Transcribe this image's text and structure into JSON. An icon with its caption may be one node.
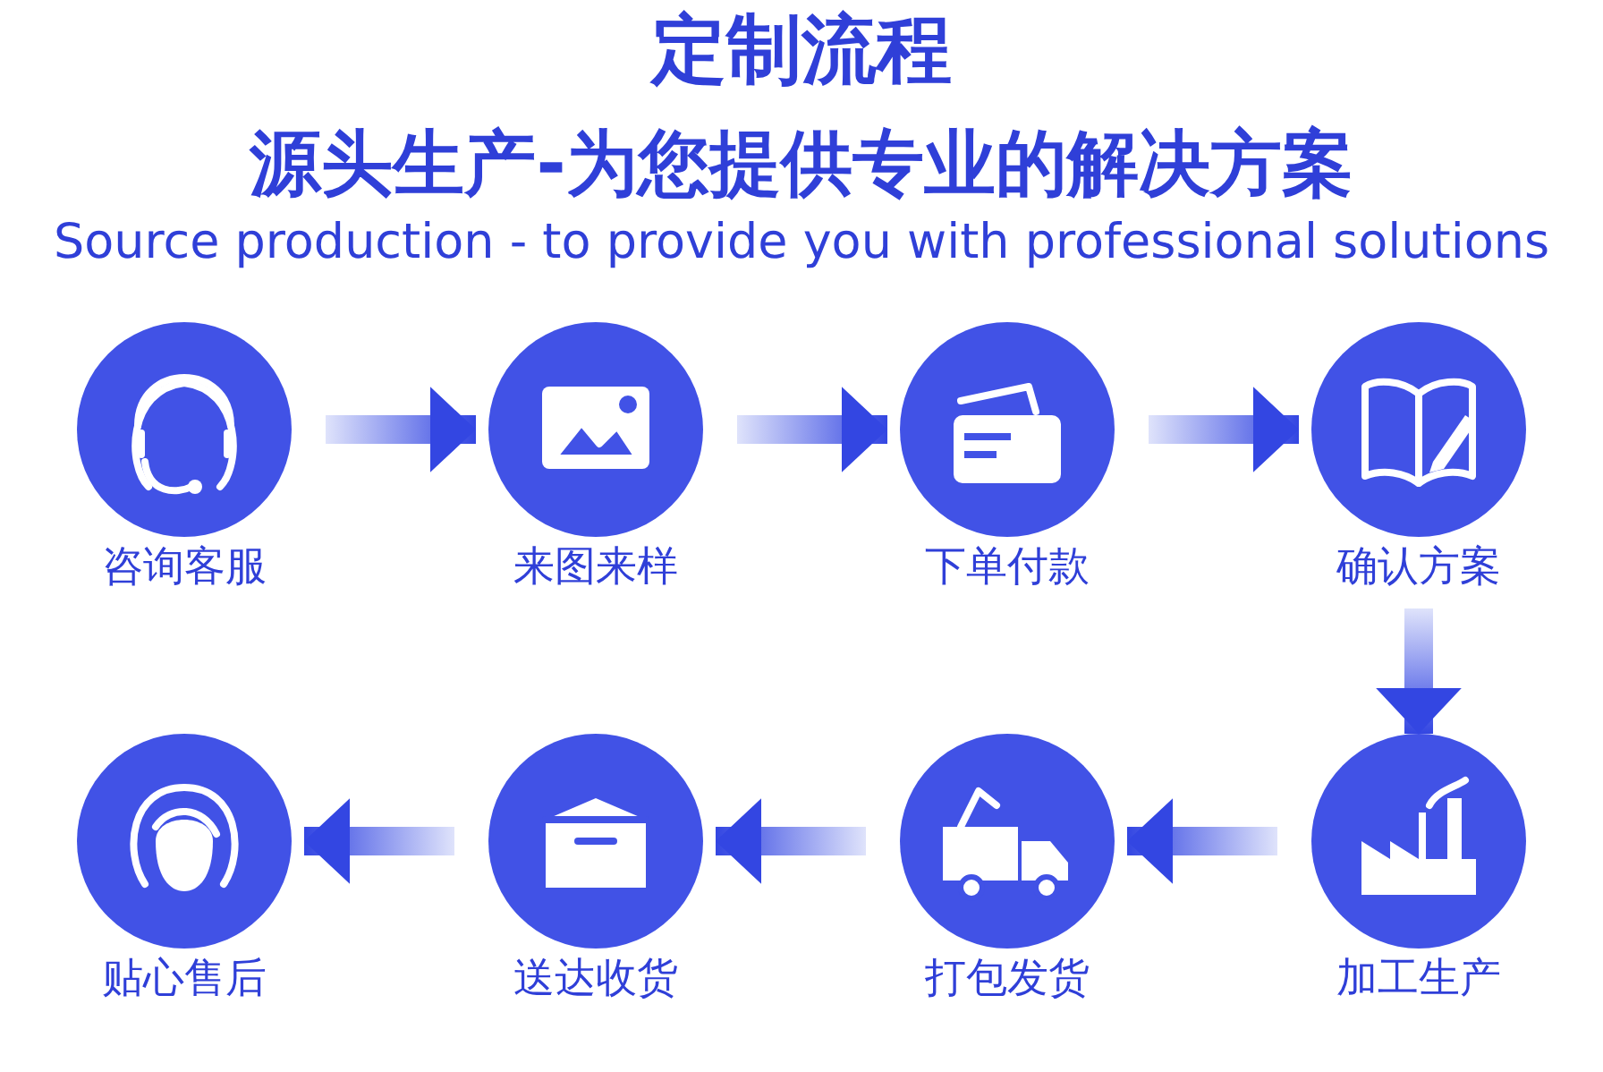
{
  "diagram": {
    "title": "定制流程",
    "nodes": [
      {
        "text": [
          "咨询客服"
        ]
      },
      {
        "text": [
          "来图来样"
        ]
      },
      {
        "text": [
          "下单付款"
        ]
      },
      {
        "text": [
          "确认方案"
        ]
      },
      {
        "text": [
          "加工生产"
        ]
      },
      {
        "text": [
          "打包发货"
        ]
      },
      {
        "text": [
          "送达收货"
        ]
      },
      {
        "text": [
          "贴心售后"
        ]
      }
    ],
    "edges": [
      {
        "from": 0,
        "to": 1,
        "arrow": "to"
      },
      {
        "from": 1,
        "to": 2,
        "arrow": "to"
      },
      {
        "from": 2,
        "to": 3,
        "arrow": "to"
      },
      {
        "from": 3,
        "to": 4,
        "arrow": "to"
      },
      {
        "from": 4,
        "to": 5,
        "arrow": "to"
      },
      {
        "from": 5,
        "to": 6,
        "arrow": "to"
      },
      {
        "from": 6,
        "to": 7,
        "arrow": "to"
      }
    ],
    "labels": [
      "源头生产-为您提供专业的解决方案",
      "Source production - to provide you with professional solutions"
    ]
  }
}
